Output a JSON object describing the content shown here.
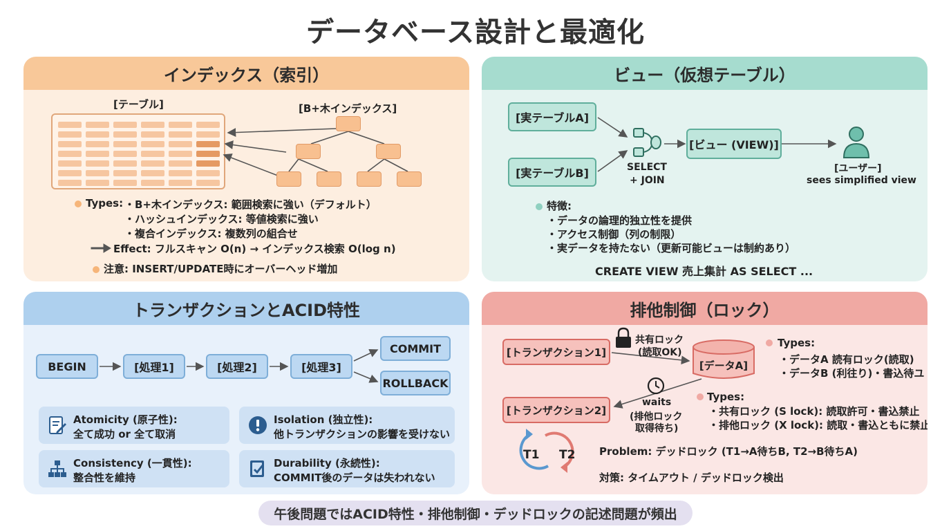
{
  "title": "データベース設計と最適化",
  "colors": {
    "index": "#f8c899",
    "view": "#a6dccf",
    "acid": "#aed0ee",
    "lock": "#f0a9a3",
    "footer": "#e4e0f0"
  },
  "index": {
    "header": "インデックス（索引）",
    "table_label": "[テーブル]",
    "btree_label": "[B+木インデックス]",
    "types_label": "Types:",
    "types": [
      "・B+木インデックス: 範囲検索に強い（デフォルト）",
      "・ハッシュインデックス: 等値検索に強い",
      "・複合インデックス: 複数列の組合せ"
    ],
    "effect": "Effect: フルスキャン O(n) → インデックス検索 O(log n)",
    "note": "注意: INSERT/UPDATE時にオーバーヘッド増加"
  },
  "view": {
    "header": "ビュー（仮想テーブル）",
    "table_a": "[実テーブルA]",
    "table_b": "[実テーブルB]",
    "join_line1": "SELECT",
    "join_line2": "+ JOIN",
    "view_box": "[ビュー (VIEW)]",
    "user_label": "[ユーザー]",
    "user_desc": "sees simplified view",
    "features_label": "特徴:",
    "features": [
      "・データの論理的独立性を提供",
      "・アクセス制御（列の制限）",
      "・実データを持たない（更新可能ビューは制約あり）"
    ],
    "sql": "CREATE VIEW 売上集計 AS SELECT ..."
  },
  "acid": {
    "header": "トランザクションとACID特性",
    "steps": [
      "BEGIN",
      "[処理1]",
      "[処理2]",
      "[処理3]"
    ],
    "commit": "COMMIT",
    "rollback": "ROLLBACK",
    "cards": [
      {
        "title": "Atomicity (原子性):",
        "desc": "全て成功 or 全て取消",
        "icon": "document-edit-icon"
      },
      {
        "title": "Isolation (独立性):",
        "desc": "他トランザクションの影響を受けない",
        "icon": "exclamation-icon"
      },
      {
        "title": "Consistency (一貫性):",
        "desc": "整合性を維持",
        "icon": "hierarchy-icon"
      },
      {
        "title": "Durability (永続性):",
        "desc": "COMMIT後のデータは失われない",
        "icon": "document-check-icon"
      }
    ]
  },
  "lock": {
    "header": "排他制御（ロック）",
    "tx1": "[トランザクション1]",
    "tx2": "[トランザクション2]",
    "data_a": "[データA]",
    "shared_lock_line1": "共有ロック",
    "shared_lock_line2": "(読取OK)",
    "waits_line1": "waits",
    "waits_line2": "(排他ロック",
    "waits_line3": "取得待ち)",
    "types1_label": "Types:",
    "types1": [
      "・データA 読有ロック(読取)",
      "・データB (利往り)・書込待ユ"
    ],
    "types2_label": "Types:",
    "types2": [
      "・共有ロック (S lock): 読取許可・書込禁止",
      "・排他ロック (X lock): 読取・書込ともに禁止"
    ],
    "t1": "T1",
    "t2": "T2",
    "problem": "Problem: デッドロック (T1→A待ちB, T2→B待ちA)",
    "solution": "対策: タイムアウト / デッドロック検出"
  },
  "footer": "午後問題ではACID特性・排他制御・デッドロックの記述問題が頻出"
}
